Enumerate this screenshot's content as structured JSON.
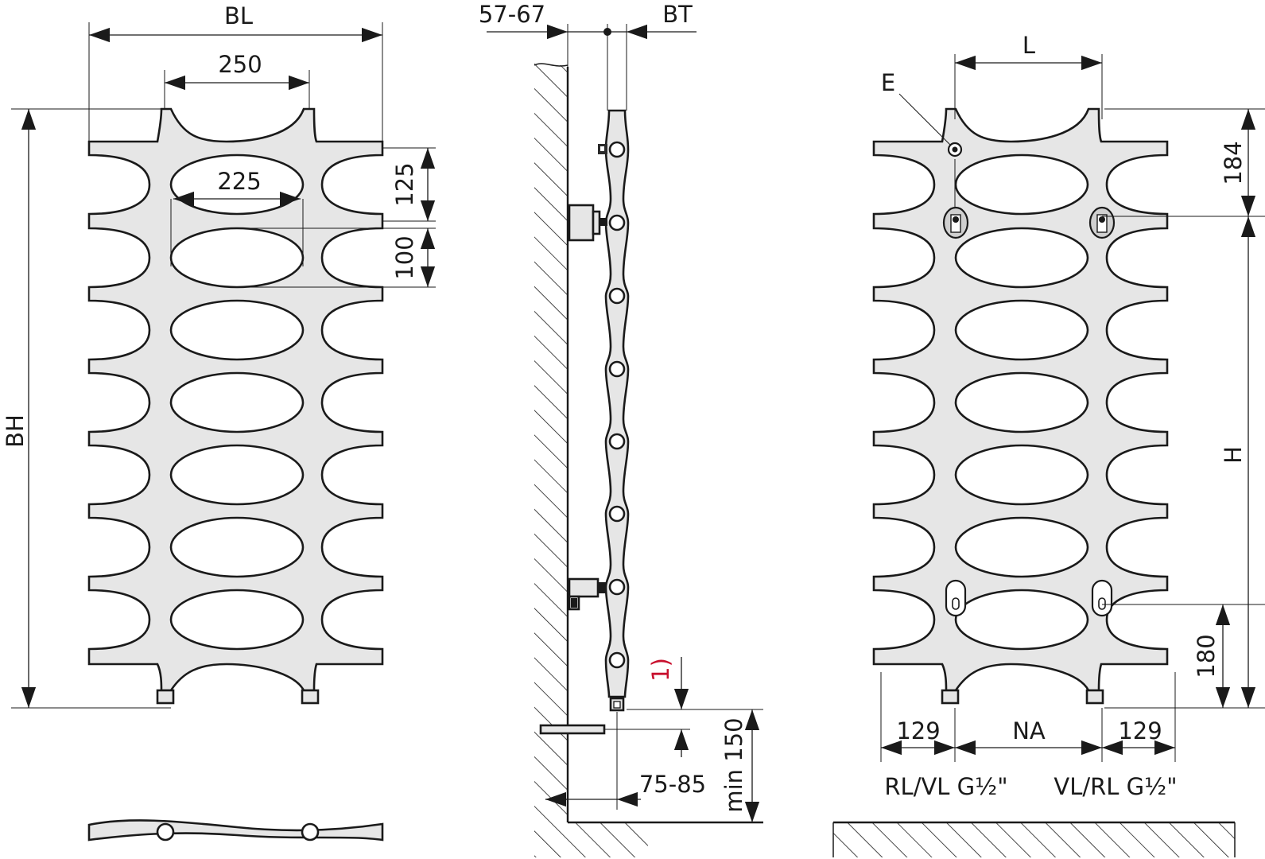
{
  "front_view": {
    "width_label": "BL",
    "hub_spacing": "250",
    "oval_width": "225",
    "row_pitch": "125",
    "oval_height": "100",
    "height_label": "BH"
  },
  "side_view": {
    "wall_distance": "57-67",
    "depth_label": "BT",
    "footnote": "1)",
    "floor_clearance": "min 150",
    "pipe_distance": "75-85"
  },
  "rear_view": {
    "vent_label": "E",
    "bracket_spacing": "L",
    "top_offset": "184",
    "bracket_height": "H",
    "bottom_offset": "180",
    "left_edge": "129",
    "connection_distance": "NA",
    "right_edge": "129",
    "left_connection": "RL/VL G½\"",
    "right_connection": "VL/RL G½\""
  }
}
